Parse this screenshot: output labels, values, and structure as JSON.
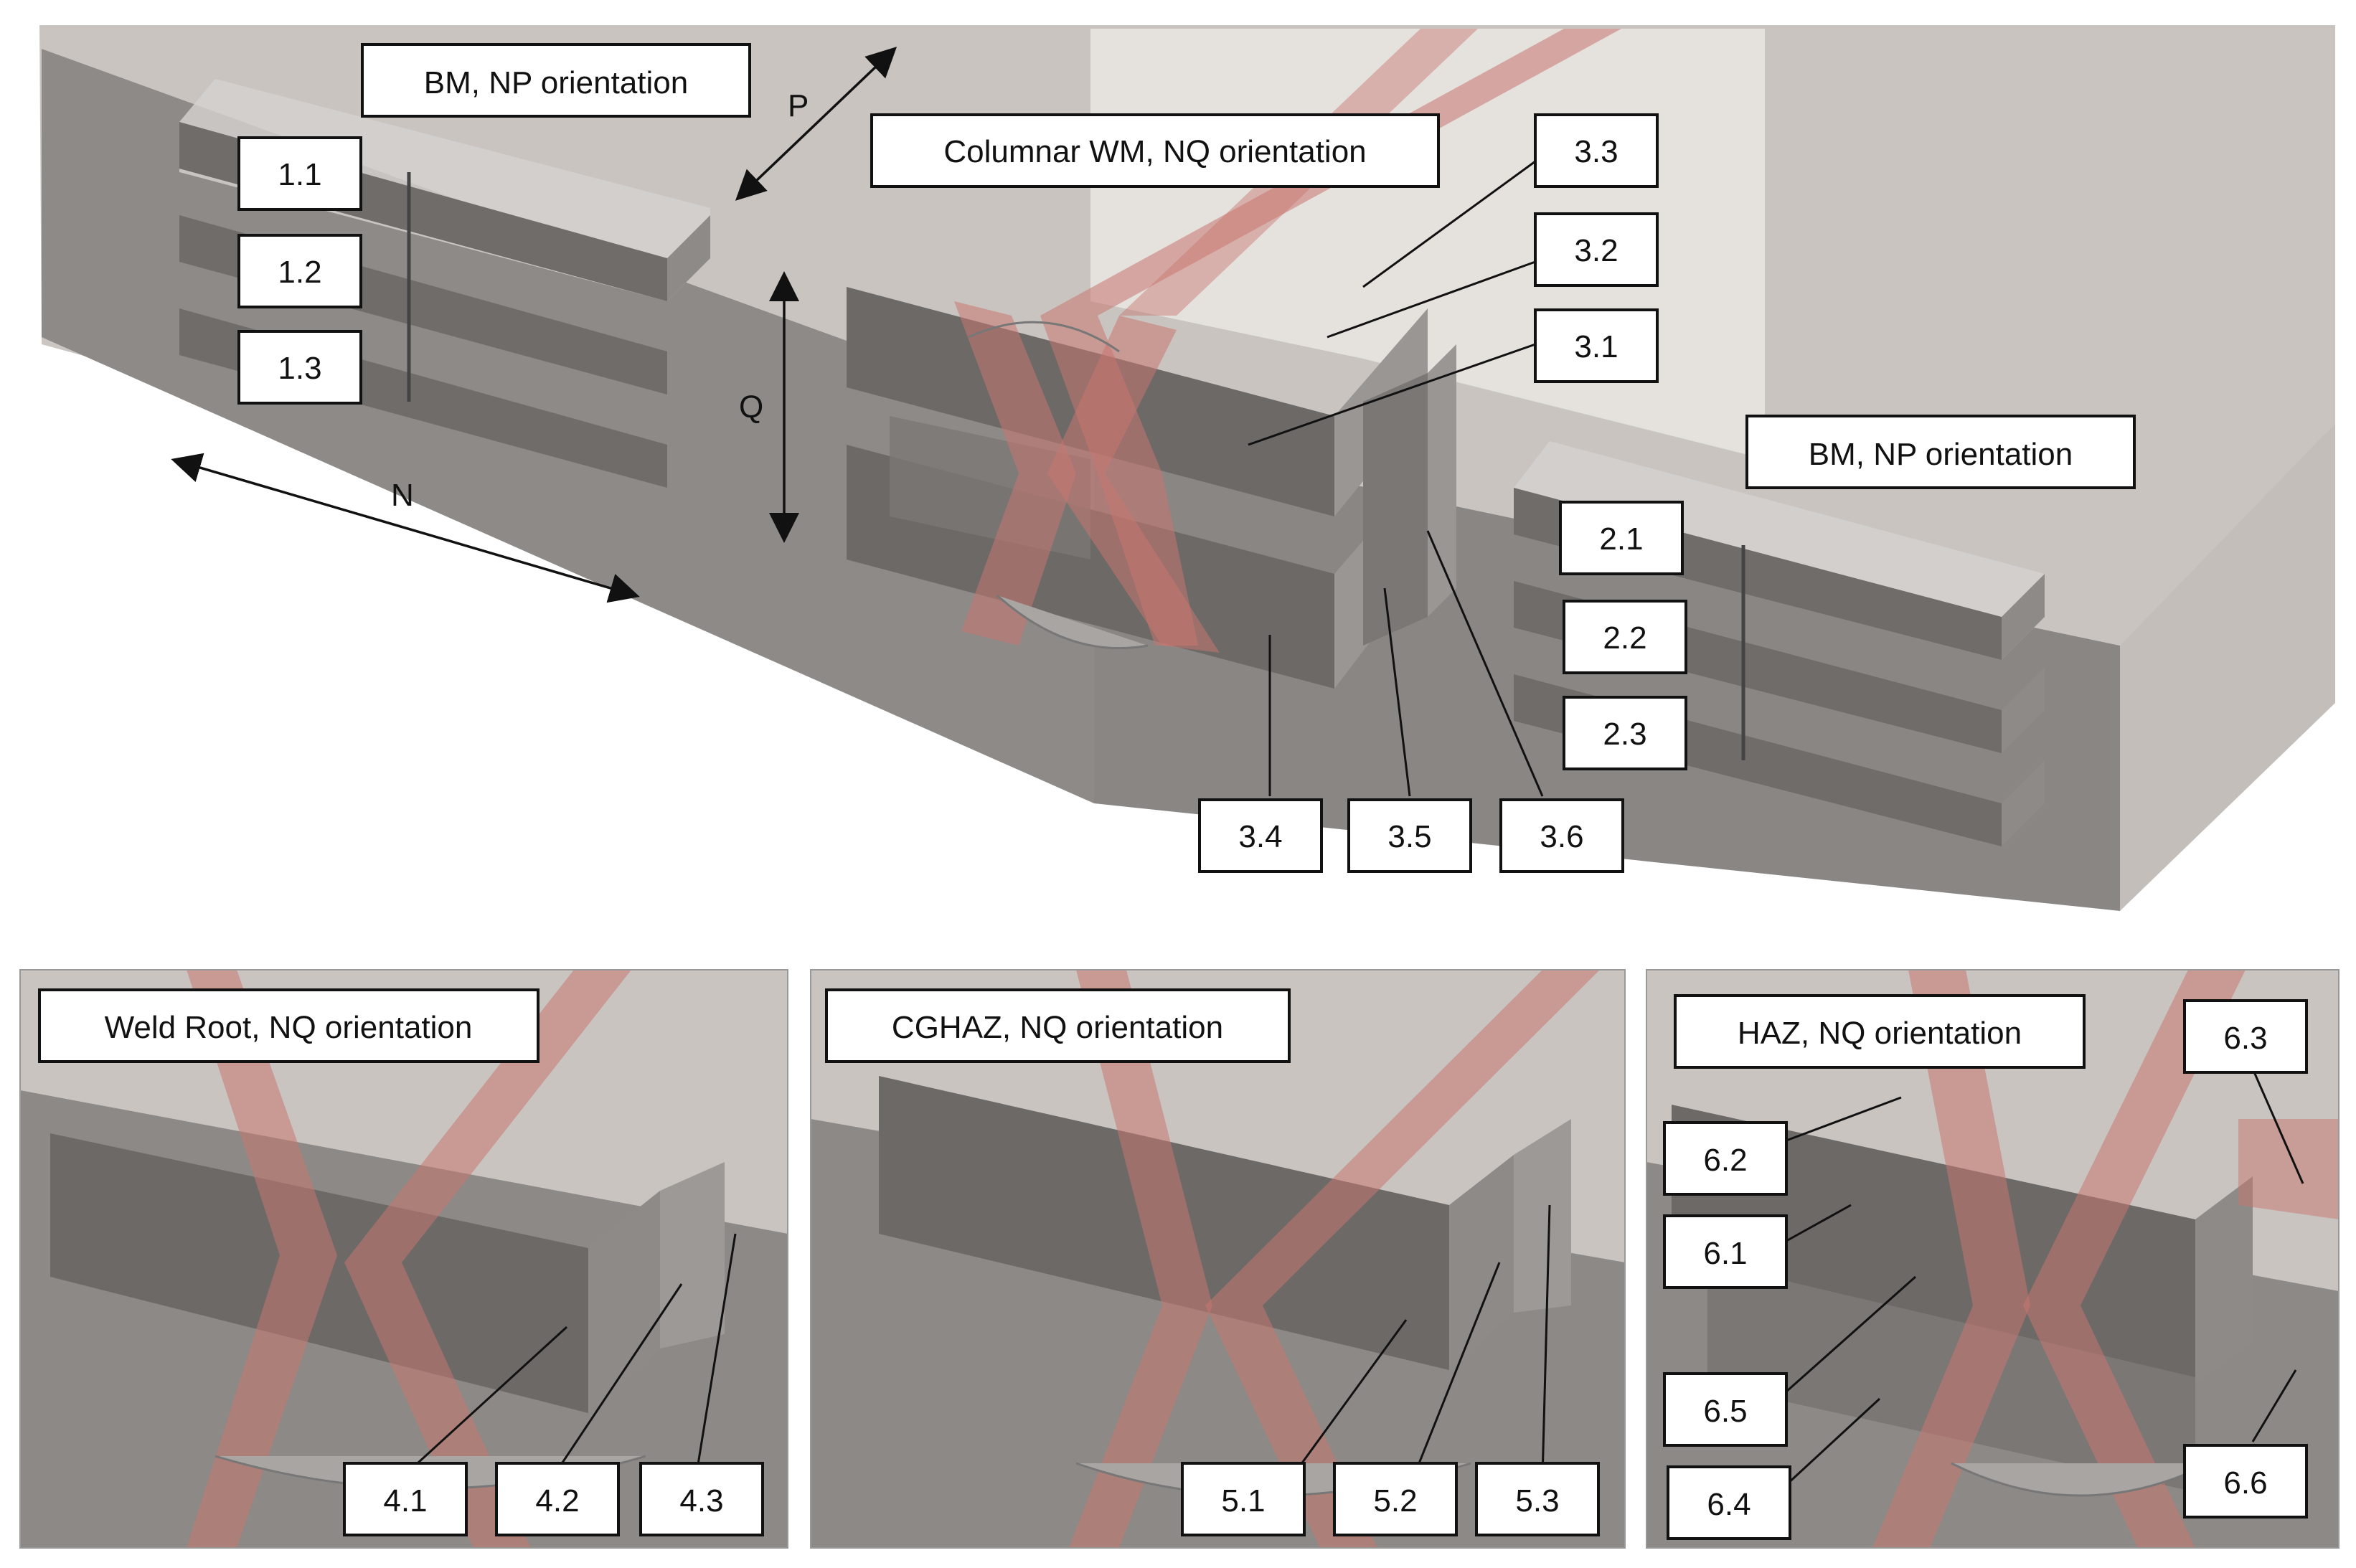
{
  "top_panel": {
    "labels": {
      "bm_left": "BM, NP orientation",
      "bm_right": "BM, NP orientation",
      "columnar": "Columnar WM, NQ orientation"
    },
    "axes": {
      "p": "P",
      "q": "Q",
      "n": "N"
    },
    "specimens": {
      "s1_1": "1.1",
      "s1_2": "1.2",
      "s1_3": "1.3",
      "s2_1": "2.1",
      "s2_2": "2.2",
      "s2_3": "2.3",
      "s3_1": "3.1",
      "s3_2": "3.2",
      "s3_3": "3.3",
      "s3_4": "3.4",
      "s3_5": "3.5",
      "s3_6": "3.6"
    }
  },
  "panel_weld_root": {
    "title": "Weld Root, NQ orientation",
    "s4_1": "4.1",
    "s4_2": "4.2",
    "s4_3": "4.3"
  },
  "panel_cghaz": {
    "title": "CGHAZ, NQ orientation",
    "s5_1": "5.1",
    "s5_2": "5.2",
    "s5_3": "5.3"
  },
  "panel_haz": {
    "title": "HAZ, NQ orientation",
    "s6_1": "6.1",
    "s6_2": "6.2",
    "s6_3": "6.3",
    "s6_4": "6.4",
    "s6_5": "6.5",
    "s6_6": "6.6"
  },
  "colors": {
    "block_top": "#cfcac6",
    "block_front": "#8f8b88",
    "block_side": "#a8a4a1",
    "specimen": "#6e6b69",
    "haz_band": "#c8766f"
  }
}
